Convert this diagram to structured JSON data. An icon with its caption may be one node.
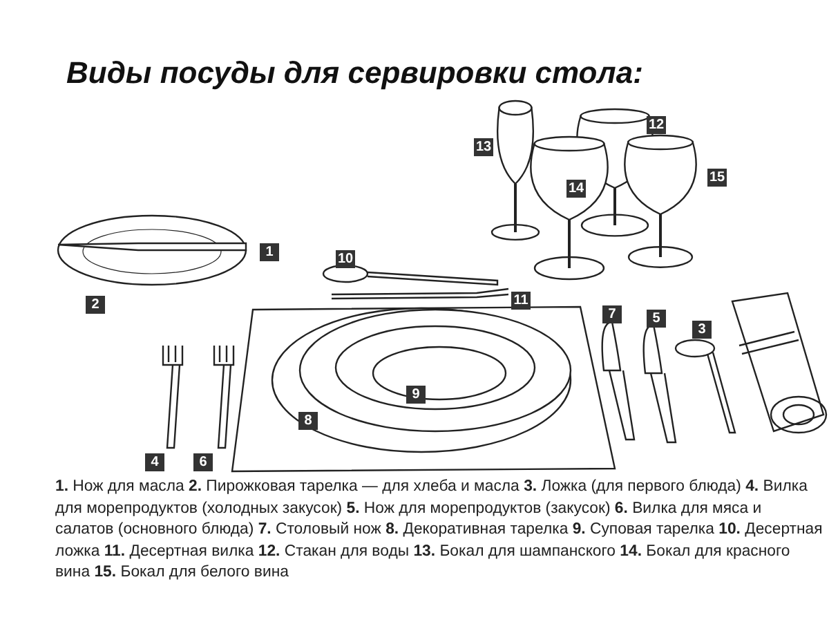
{
  "diagram": {
    "title": "Виды посуды для сервировки стола:",
    "caption": "**1.** Нож для масла **2.** Пирожковая тарелка — для хлеба и масла **3.** Ложка (для первого блюда) **4.** Вилка для морепродуктов (холодных закусок) **5.** Нож для морепродуктов (закусок) **6.** Вилка для мяса и салатов (основного блюда) **7.** Столовый нож **8.** Декоративная тарелка **9.** Суповая тарелка **10.** Десертная ложка **11.** Десертная вилка **12.** Стакан для воды **13.** Бокал для шампанского **14.** Бокал для красного вина **15.** Бокал для белого вина",
    "labels": [
      "12",
      "13",
      "15",
      "14",
      "1",
      "10",
      "11",
      "2",
      "7",
      "5",
      "3",
      "9",
      "8",
      "4",
      "6"
    ]
  }
}
